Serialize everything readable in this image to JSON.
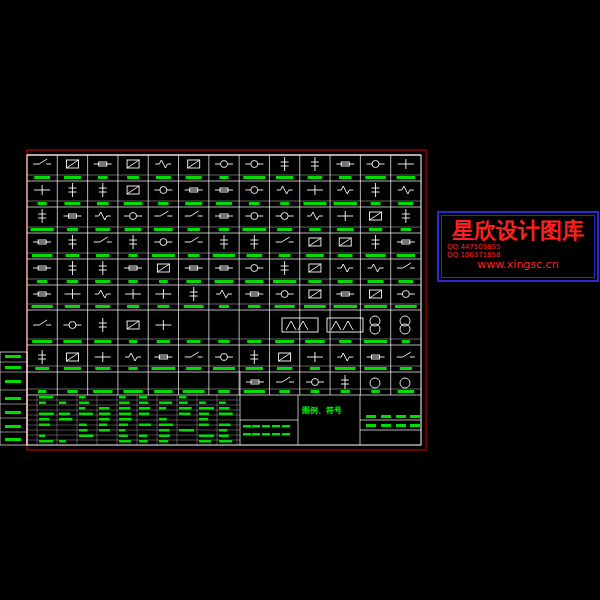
{
  "diagram": {
    "nodes": [
      {
        "text": [
          "星欣设计图库",
          "QQ:447505855",
          "QQ:106371858",
          "www.xingsc.cn"
        ]
      }
    ],
    "labels": [
      "图例、符号"
    ]
  }
}
